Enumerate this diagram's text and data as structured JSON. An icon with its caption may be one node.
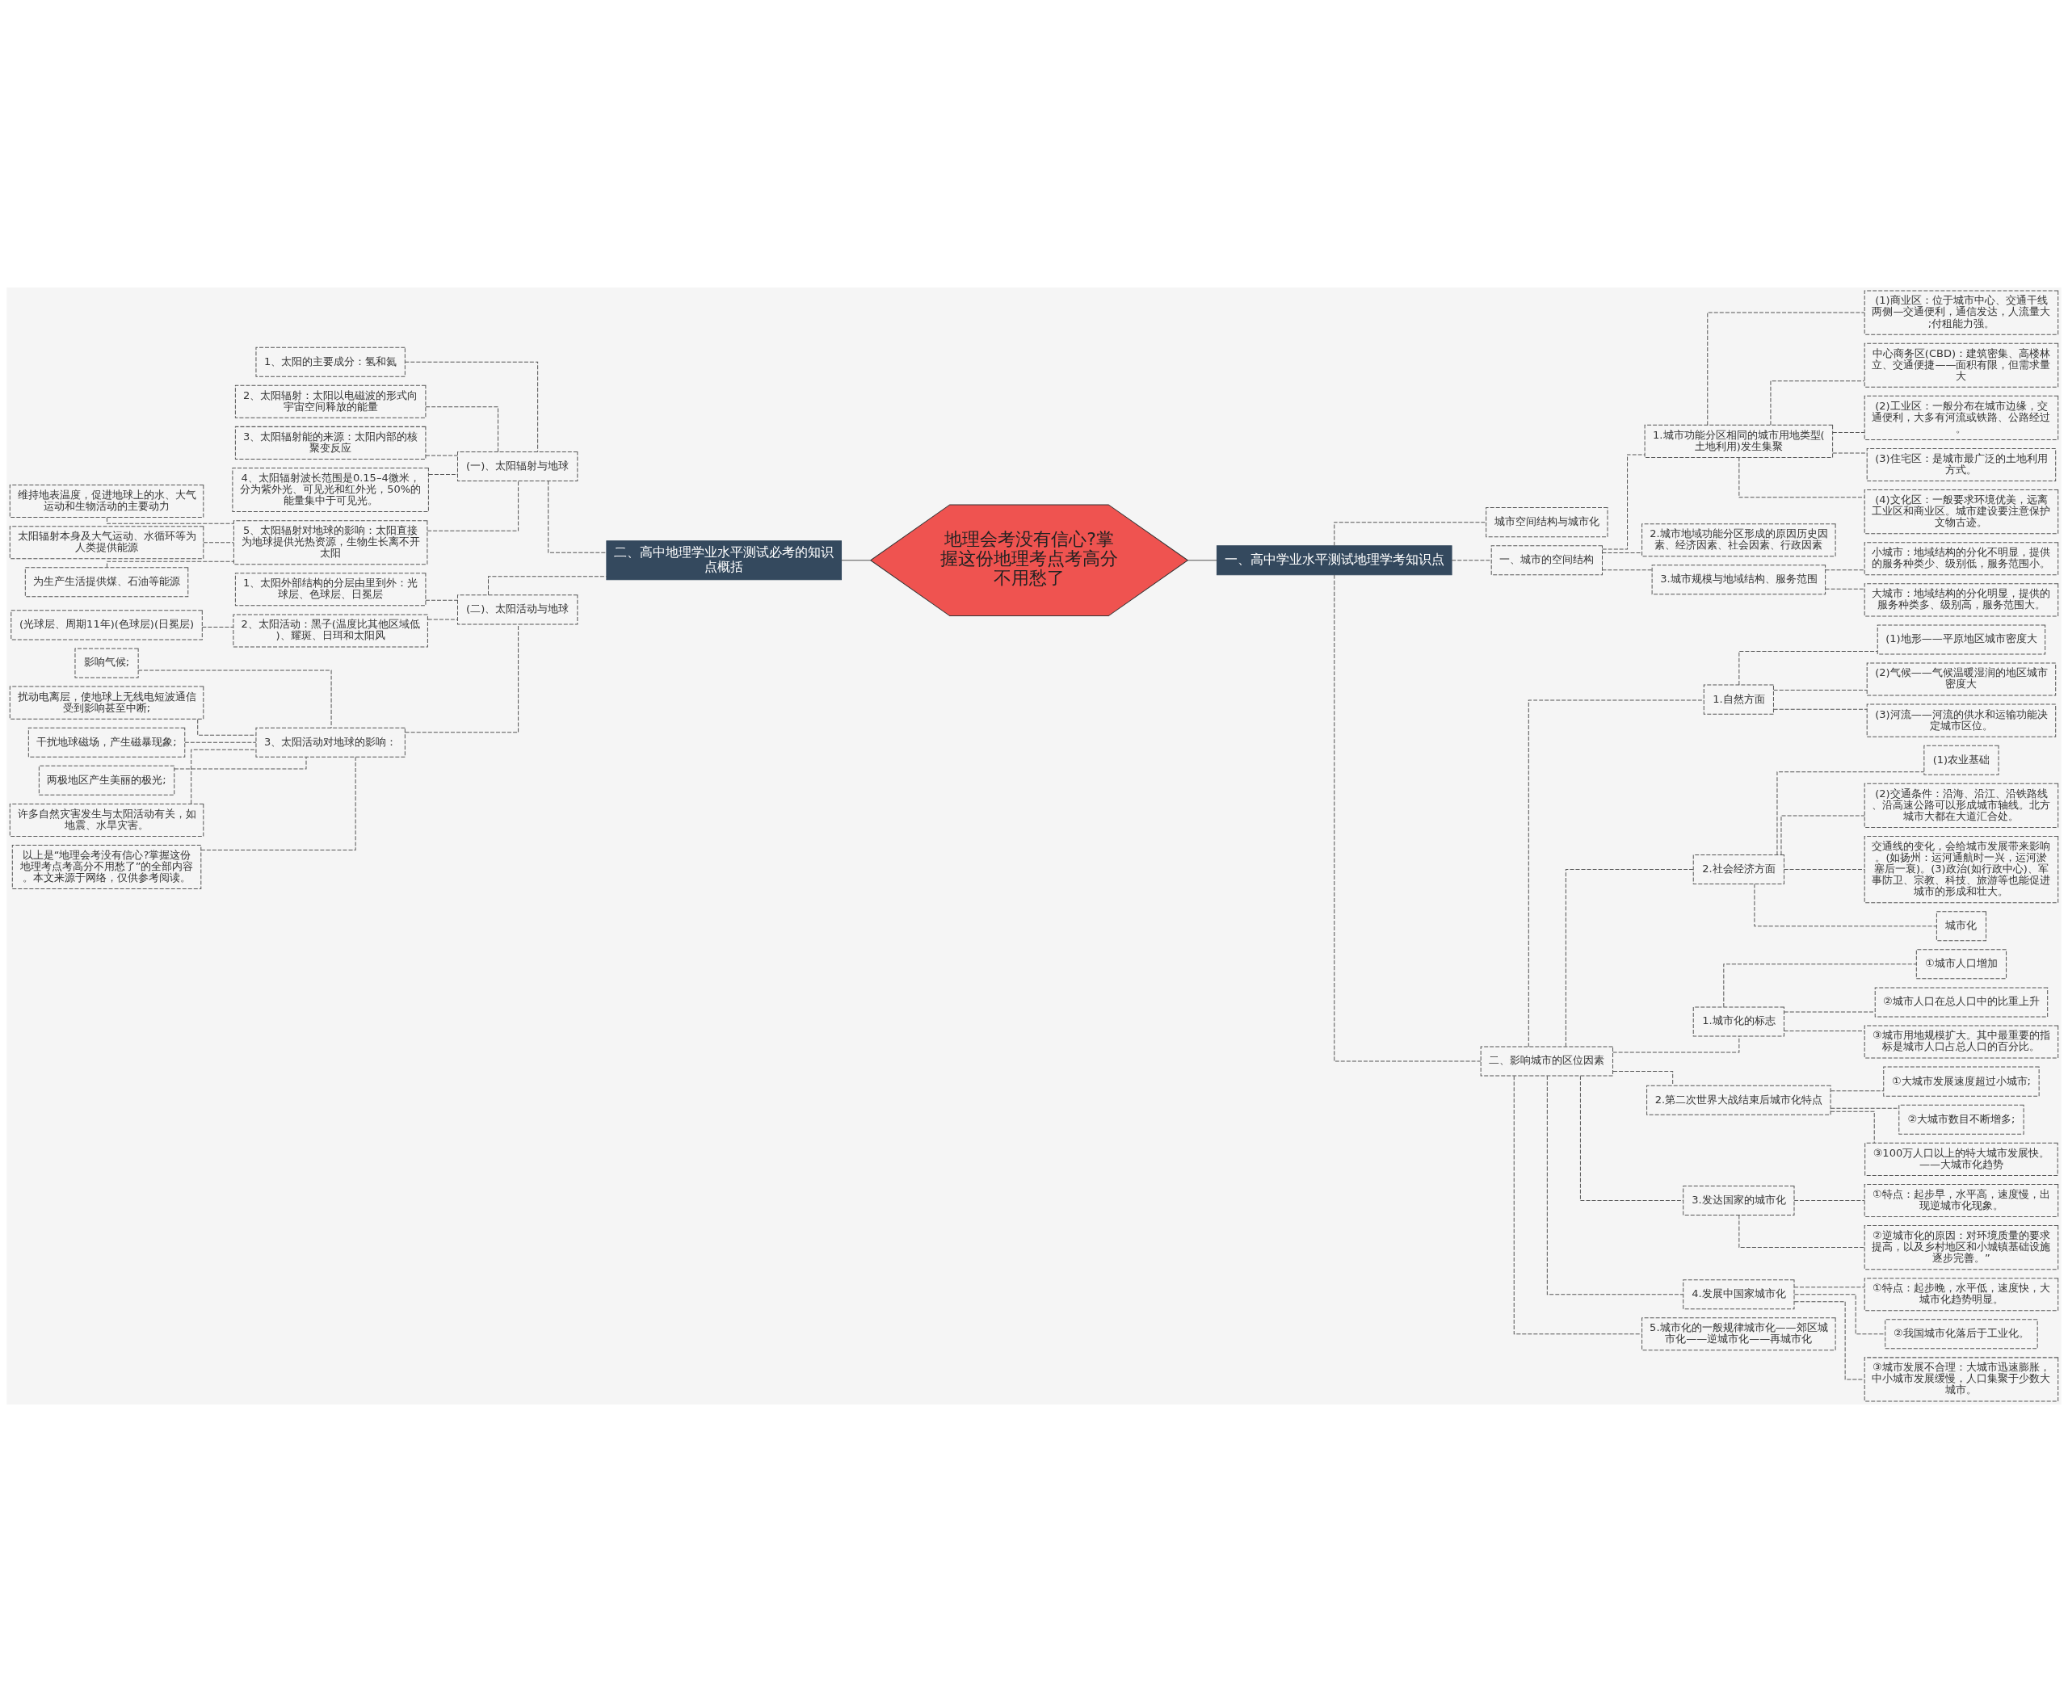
{
  "diagram": {
    "nodes": [
      {
        "text": [
          "地理会考没有信心?掌握这份地理考点考高分不用愁了"
        ]
      },
      {
        "text": [
          "一、高中学业水平测试地理学考知识点"
        ]
      },
      {
        "text": [
          "城市空间结构与城市化"
        ]
      },
      {
        "text": [
          "一、城市的空间结构"
        ]
      },
      {
        "text": [
          "1.城市功能分区相同的城市用地类型(土地利用)发生集聚"
        ]
      },
      {
        "text": [
          "(1)商业区：位于城市中心、交通干线两侧—交通便利，通信发达，人流量大;付租能力强。"
        ]
      },
      {
        "text": [
          "中心商务区(CBD)：建筑密集、高楼林立、交通便捷——面积有限，但需求量大"
        ]
      },
      {
        "text": [
          "(2)工业区：一般分布在城市边缘，交通便利，大多有河流或铁路、公路经过。"
        ]
      },
      {
        "text": [
          "(3)住宅区：是城市最广泛的土地利用方式。"
        ]
      },
      {
        "text": [
          "(4)文化区：一般要求环境优美，远离工业区和商业区。城市建设要注意保护文物古迹。"
        ]
      },
      {
        "text": [
          "2.城市地域功能分区形成的原因历史因素、经济因素、社会因素、行政因素"
        ]
      },
      {
        "text": [
          "3.城市规模与地域结构、服务范围"
        ]
      },
      {
        "text": [
          "小城市：地域结构的分化不明显，提供的服务种类少、级别低，服务范围小。"
        ]
      },
      {
        "text": [
          "大城市：地域结构的分化明显，提供的服务种类多、级别高，服务范围大。"
        ]
      },
      {
        "text": [
          "二、影响城市的区位因素"
        ]
      },
      {
        "text": [
          "1.自然方面"
        ]
      },
      {
        "text": [
          "(1)地形——平原地区城市密度大"
        ]
      },
      {
        "text": [
          "(2)气候——气候温暖湿润的地区城市密度大"
        ]
      },
      {
        "text": [
          "(3)河流——河流的供水和运输功能决定城市区位。"
        ]
      },
      {
        "text": [
          "2.社会经济方面"
        ]
      },
      {
        "text": [
          "(1)农业基础"
        ]
      },
      {
        "text": [
          "(2)交通条件：沿海、沿江、沿铁路线、沿高速公路可以形成城市轴线。北方城市大都在大道汇合处。"
        ]
      },
      {
        "text": [
          "交通线的变化，会给城市发展带来影响。(如扬州：运河通航时一兴，运河淤塞后一衰)。(3)政治(如行政中心)、军事防卫、宗教、科技、旅游等也能促进城市的形成和壮大。"
        ]
      },
      {
        "text": [
          "城市化"
        ]
      },
      {
        "text": [
          "1.城市化的标志"
        ]
      },
      {
        "text": [
          "①城市人口增加"
        ]
      },
      {
        "text": [
          "②城市人口在总人口中的比重上升"
        ]
      },
      {
        "text": [
          "③城市用地规模扩大。其中最重要的指标是城市人口占总人口的百分比。"
        ]
      },
      {
        "text": [
          "2.第二次世界大战结束后城市化特点"
        ]
      },
      {
        "text": [
          "①大城市发展速度超过小城市;"
        ]
      },
      {
        "text": [
          "②大城市数目不断增多;"
        ]
      },
      {
        "text": [
          "③100万人口以上的特大城市发展快。——大城市化趋势"
        ]
      },
      {
        "text": [
          "3.发达国家的城市化"
        ]
      },
      {
        "text": [
          "①特点：起步早，水平高，速度慢，出现逆城市化现象。"
        ]
      },
      {
        "text": [
          "②逆城市化的原因：对环境质量的要求提高，以及乡村地区和小城镇基础设施逐步完善。”"
        ]
      },
      {
        "text": [
          "4.发展中国家城市化"
        ]
      },
      {
        "text": [
          "①特点：起步晚，水平低，速度快，大城市化趋势明显。"
        ]
      },
      {
        "text": [
          "②我国城市化落后于工业化。"
        ]
      },
      {
        "text": [
          "③城市发展不合理：大城市迅速膨胀，中小城市发展缓慢，人口集聚于少数大城市。"
        ]
      },
      {
        "text": [
          "5.城市化的一般规律城市化——郊区城市化——逆城市化——再城市化"
        ]
      },
      {
        "text": [
          "二、高中地理学业水平测试必考的知识点概括"
        ]
      },
      {
        "text": [
          "(一)、太阳辐射与地球"
        ]
      },
      {
        "text": [
          "1、太阳的主要成分：氢和氦"
        ]
      },
      {
        "text": [
          "2、太阳辐射：太阳以电磁波的形式向宇宙空间释放的能量"
        ]
      },
      {
        "text": [
          "3、太阳辐射能的来源：太阳内部的核聚变反应"
        ]
      },
      {
        "text": [
          "4、太阳辐射波长范围是0.15–4微米，分为紫外光、可见光和红外光，50%的能量集中于可见光。"
        ]
      },
      {
        "text": [
          "5、太阳辐射对地球的影响：太阳直接为地球提供光热资源，生物生长离不开太阳"
        ]
      },
      {
        "text": [
          "维持地表温度，促进地球上的水、大气运动和生物活动的主要动力"
        ]
      },
      {
        "text": [
          "太阳辐射本身及大气运动、水循环等为人类提供能源"
        ]
      },
      {
        "text": [
          "为生产生活提供煤、石油等能源"
        ]
      },
      {
        "text": [
          "(二)、太阳活动与地球"
        ]
      },
      {
        "text": [
          "1、太阳外部结构的分层由里到外：光球层、色球层、日冕层"
        ]
      },
      {
        "text": [
          "2、太阳活动：黑子(温度比其他区域低)、耀斑、日珥和太阳风"
        ]
      },
      {
        "text": [
          "(光球层、周期11年)(色球层)(日冕层)"
        ]
      },
      {
        "text": [
          "3、太阳活动对地球的影响："
        ]
      },
      {
        "text": [
          "影响气候;"
        ]
      },
      {
        "text": [
          "扰动电离层，使地球上无线电短波通信受到影响甚至中断;"
        ]
      },
      {
        "text": [
          "干扰地球磁场，产生磁暴现象;"
        ]
      },
      {
        "text": [
          "两极地区产生美丽的极光;"
        ]
      },
      {
        "text": [
          "许多自然灾害发生与太阳活动有关，如地震、水旱灾害。"
        ]
      },
      {
        "text": [
          "以上是“地理会考没有信心?掌握这份地理考点考高分不用愁了”的全部内容。本文来源于网络，仅供参考阅读。"
        ]
      }
    ],
    "edges": [
      {
        "from": 0,
        "to": 1,
        "arrow": "none"
      },
      {
        "from": 1,
        "to": 2,
        "arrow": "none",
        "style": "dashed"
      },
      {
        "from": 1,
        "to": 3,
        "arrow": "none",
        "style": "dashed"
      },
      {
        "from": 3,
        "to": 4,
        "arrow": "none",
        "style": "dashed"
      },
      {
        "from": 4,
        "to": 5,
        "arrow": "none",
        "style": "dashed"
      },
      {
        "from": 4,
        "to": 6,
        "arrow": "none",
        "style": "dashed"
      },
      {
        "from": 4,
        "to": 7,
        "arrow": "none",
        "style": "dashed"
      },
      {
        "from": 4,
        "to": 8,
        "arrow": "none",
        "style": "dashed"
      },
      {
        "from": 4,
        "to": 9,
        "arrow": "none",
        "style": "dashed"
      },
      {
        "from": 3,
        "to": 10,
        "arrow": "none",
        "style": "dashed"
      },
      {
        "from": 3,
        "to": 11,
        "arrow": "none",
        "style": "dashed"
      },
      {
        "from": 11,
        "to": 12,
        "arrow": "none",
        "style": "dashed"
      },
      {
        "from": 11,
        "to": 13,
        "arrow": "none",
        "style": "dashed"
      },
      {
        "from": 1,
        "to": 14,
        "arrow": "none",
        "style": "dashed"
      },
      {
        "from": 14,
        "to": 15,
        "arrow": "none",
        "style": "dashed"
      },
      {
        "from": 15,
        "to": 16,
        "arrow": "none",
        "style": "dashed"
      },
      {
        "from": 15,
        "to": 17,
        "arrow": "none",
        "style": "dashed"
      },
      {
        "from": 15,
        "to": 18,
        "arrow": "none",
        "style": "dashed"
      },
      {
        "from": 14,
        "to": 19,
        "arrow": "none",
        "style": "dashed"
      },
      {
        "from": 19,
        "to": 20,
        "arrow": "none",
        "style": "dashed"
      },
      {
        "from": 19,
        "to": 21,
        "arrow": "none",
        "style": "dashed"
      },
      {
        "from": 19,
        "to": 22,
        "arrow": "none",
        "style": "dashed"
      },
      {
        "from": 19,
        "to": 23,
        "arrow": "none",
        "style": "dashed"
      },
      {
        "from": 14,
        "to": 24,
        "arrow": "none",
        "style": "dashed"
      },
      {
        "from": 24,
        "to": 25,
        "arrow": "none",
        "style": "dashed"
      },
      {
        "from": 24,
        "to": 26,
        "arrow": "none",
        "style": "dashed"
      },
      {
        "from": 24,
        "to": 27,
        "arrow": "none",
        "style": "dashed"
      },
      {
        "from": 14,
        "to": 28,
        "arrow": "none",
        "style": "dashed"
      },
      {
        "from": 28,
        "to": 29,
        "arrow": "none",
        "style": "dashed"
      },
      {
        "from": 28,
        "to": 30,
        "arrow": "none",
        "style": "dashed"
      },
      {
        "from": 28,
        "to": 31,
        "arrow": "none",
        "style": "dashed"
      },
      {
        "from": 14,
        "to": 32,
        "arrow": "none",
        "style": "dashed"
      },
      {
        "from": 32,
        "to": 33,
        "arrow": "none",
        "style": "dashed"
      },
      {
        "from": 32,
        "to": 34,
        "arrow": "none",
        "style": "dashed"
      },
      {
        "from": 14,
        "to": 35,
        "arrow": "none",
        "style": "dashed"
      },
      {
        "from": 35,
        "to": 36,
        "arrow": "none",
        "style": "dashed"
      },
      {
        "from": 35,
        "to": 37,
        "arrow": "none",
        "style": "dashed"
      },
      {
        "from": 35,
        "to": 38,
        "arrow": "none",
        "style": "dashed"
      },
      {
        "from": 14,
        "to": 39,
        "arrow": "none",
        "style": "dashed"
      },
      {
        "from": 0,
        "to": 40,
        "arrow": "none"
      },
      {
        "from": 40,
        "to": 41,
        "arrow": "none",
        "style": "dashed"
      },
      {
        "from": 41,
        "to": 42,
        "arrow": "none",
        "style": "dashed"
      },
      {
        "from": 41,
        "to": 43,
        "arrow": "none",
        "style": "dashed"
      },
      {
        "from": 41,
        "to": 44,
        "arrow": "none",
        "style": "dashed"
      },
      {
        "from": 41,
        "to": 45,
        "arrow": "none",
        "style": "dashed"
      },
      {
        "from": 41,
        "to": 46,
        "arrow": "none",
        "style": "dashed"
      },
      {
        "from": 46,
        "to": 47,
        "arrow": "none",
        "style": "dashed"
      },
      {
        "from": 46,
        "to": 48,
        "arrow": "none",
        "style": "dashed"
      },
      {
        "from": 46,
        "to": 49,
        "arrow": "none",
        "style": "dashed"
      },
      {
        "from": 40,
        "to": 50,
        "arrow": "none",
        "style": "dashed"
      },
      {
        "from": 50,
        "to": 51,
        "arrow": "none",
        "style": "dashed"
      },
      {
        "from": 50,
        "to": 52,
        "arrow": "none",
        "style": "dashed"
      },
      {
        "from": 52,
        "to": 53,
        "arrow": "none",
        "style": "dashed"
      },
      {
        "from": 50,
        "to": 54,
        "arrow": "none",
        "style": "dashed"
      },
      {
        "from": 54,
        "to": 55,
        "arrow": "none",
        "style": "dashed"
      },
      {
        "from": 54,
        "to": 56,
        "arrow": "none",
        "style": "dashed"
      },
      {
        "from": 54,
        "to": 57,
        "arrow": "none",
        "style": "dashed"
      },
      {
        "from": 54,
        "to": 58,
        "arrow": "none",
        "style": "dashed"
      },
      {
        "from": 54,
        "to": 59,
        "arrow": "none",
        "style": "dashed"
      },
      {
        "from": 54,
        "to": 60,
        "arrow": "none",
        "style": "dashed"
      }
    ]
  }
}
